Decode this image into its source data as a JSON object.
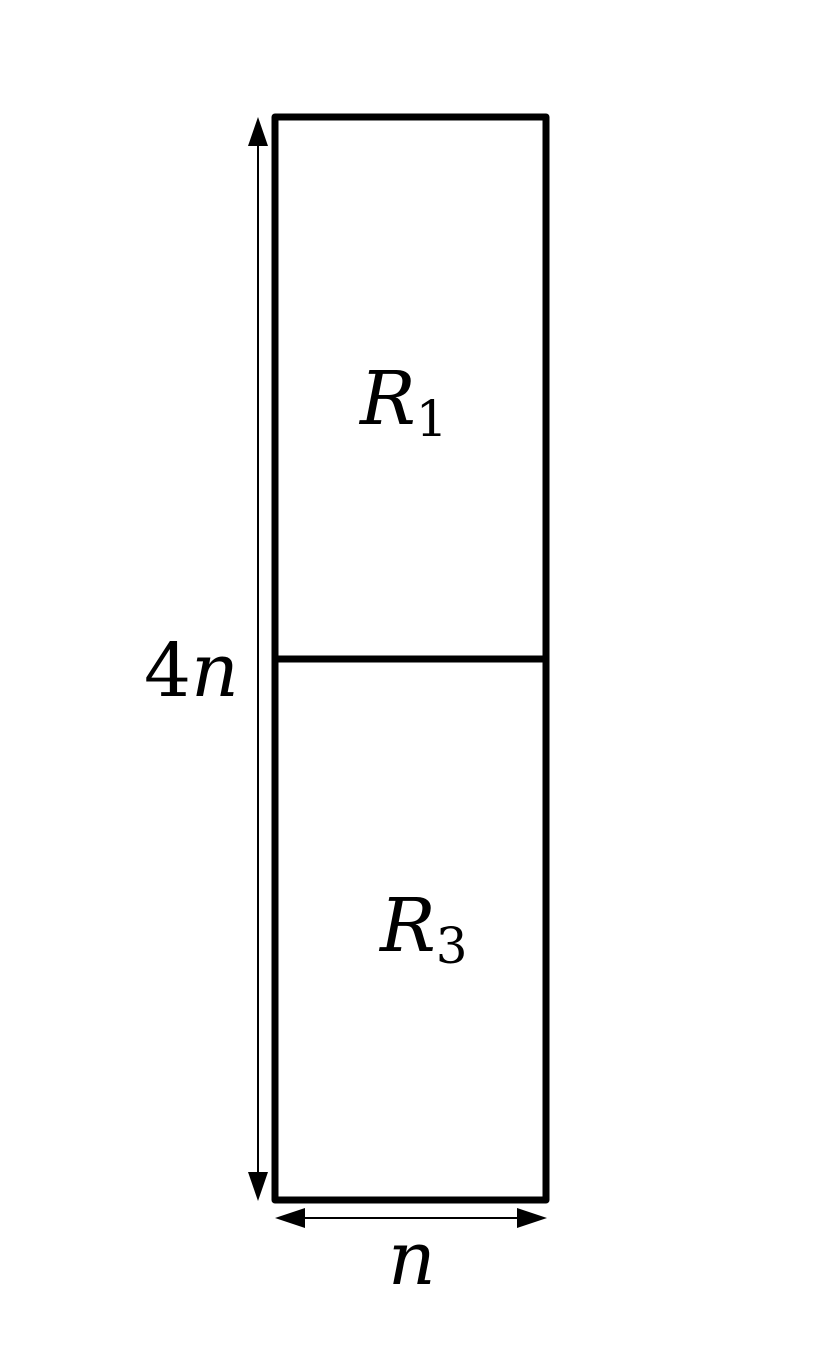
{
  "diagram": {
    "regions": [
      {
        "symbol": "R",
        "subscript": "1"
      },
      {
        "symbol": "R",
        "subscript": "3"
      }
    ],
    "height_label": {
      "coefficient": "4",
      "variable": "n"
    },
    "width_label": {
      "variable": "n"
    }
  }
}
